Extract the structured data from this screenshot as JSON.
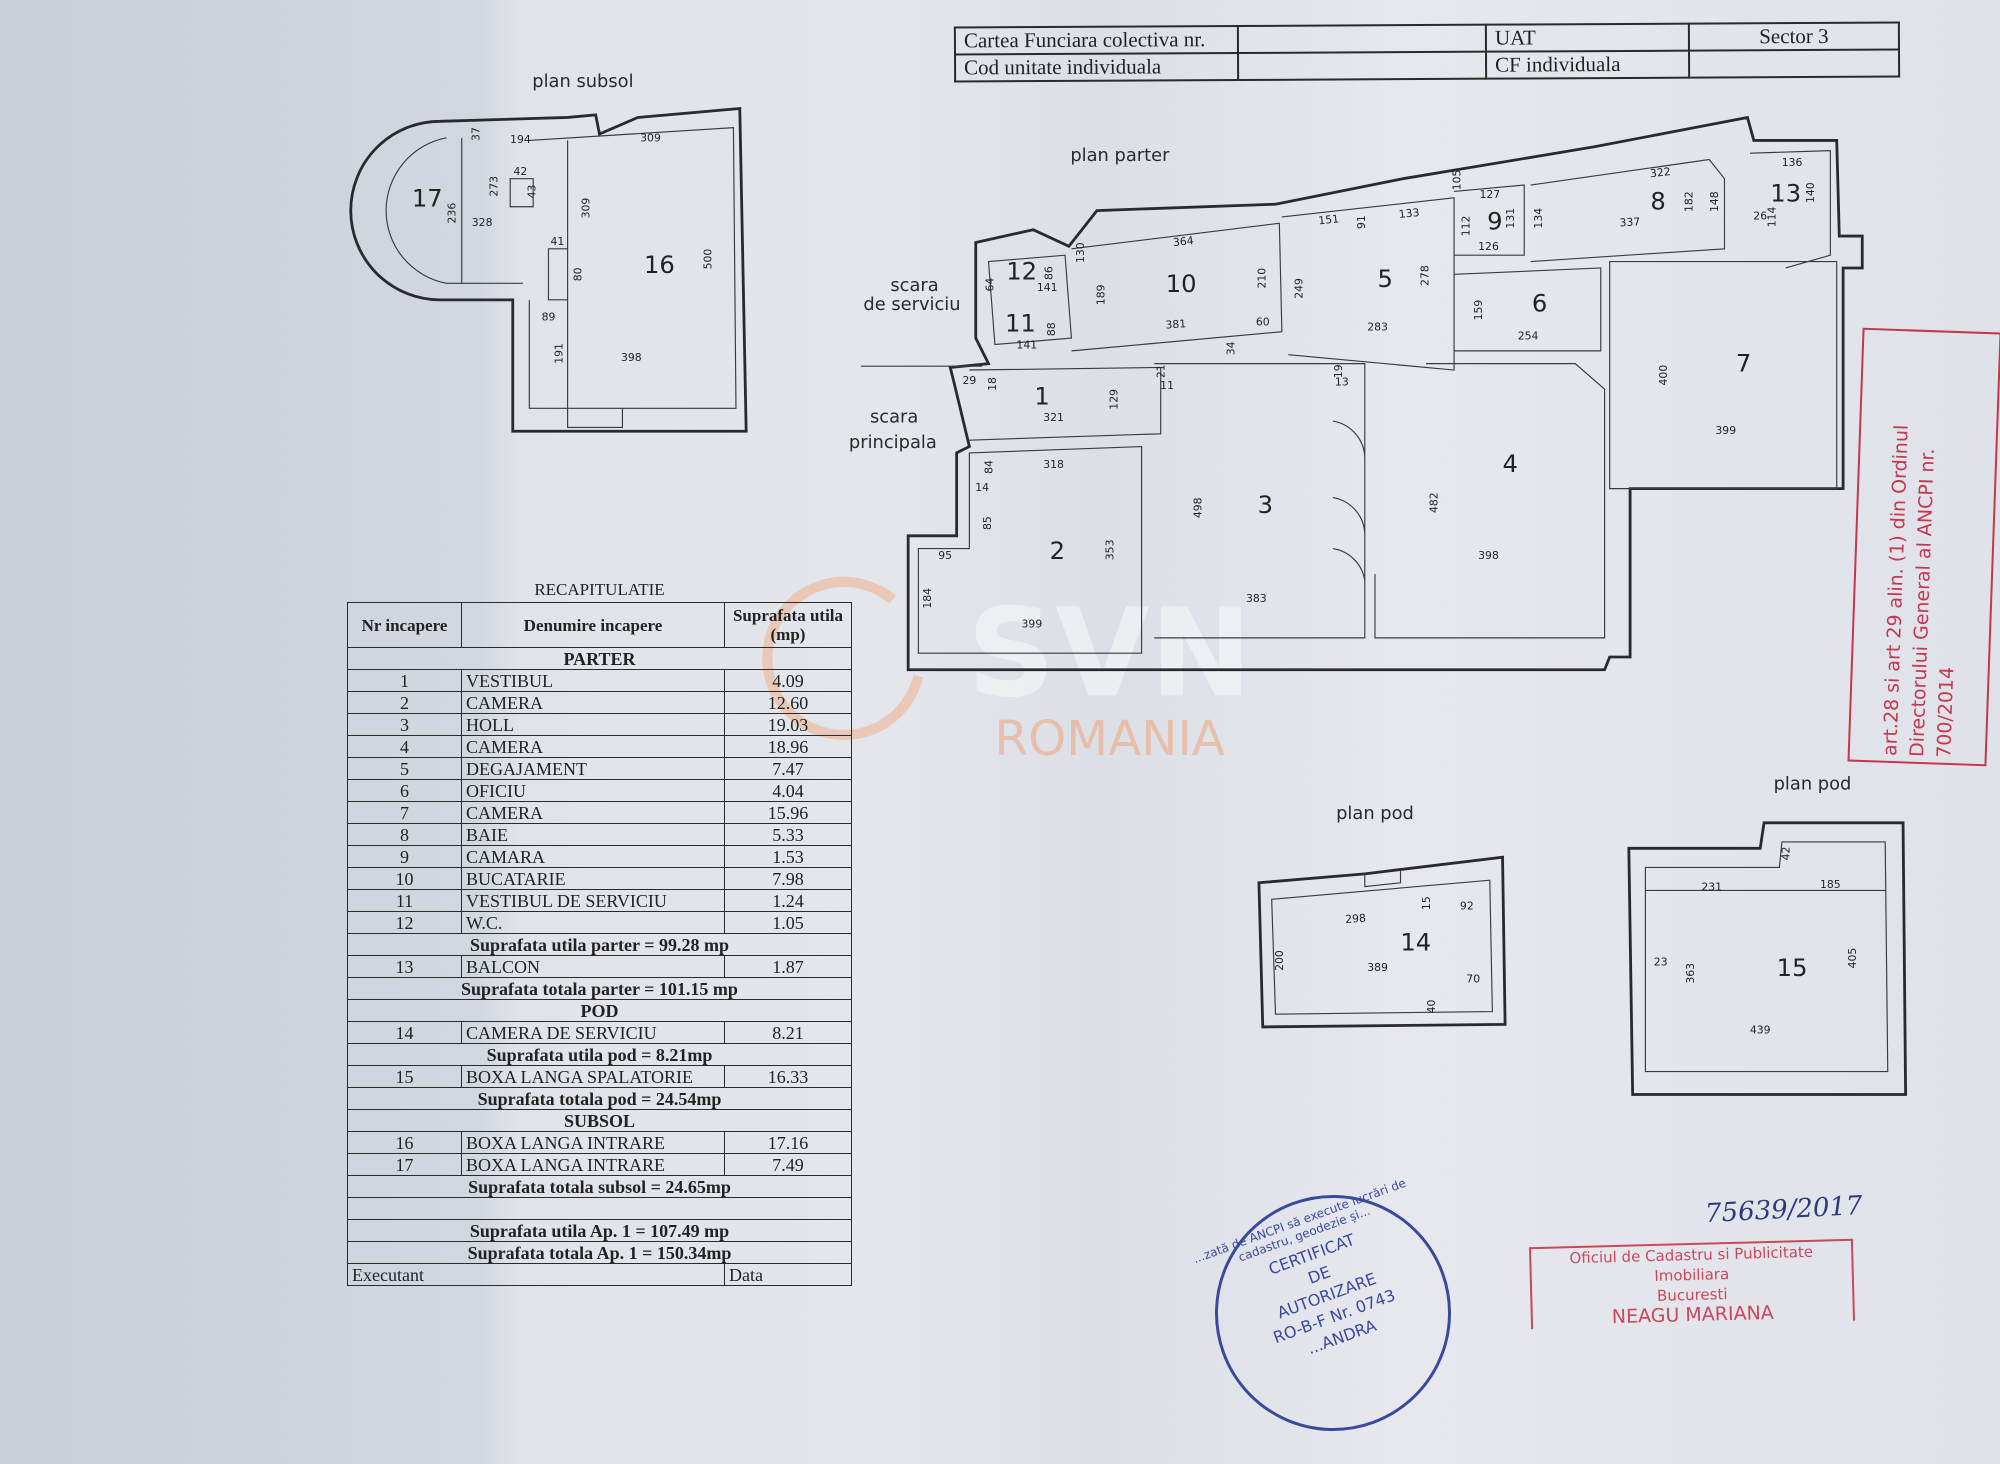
{
  "header_table": {
    "row1": {
      "label": "Cartea Funciara colectiva nr.",
      "value": "",
      "uat_label": "UAT",
      "uat_value": "Sector  3"
    },
    "row2": {
      "label": "Cod unitate individuala",
      "value": "",
      "cf_label": "CF individuala",
      "cf_value": ""
    }
  },
  "plan_subsol": {
    "title": "plan subsol",
    "rooms": [
      "17",
      "16"
    ],
    "dimensions": [
      "37",
      "194",
      "309",
      "273",
      "42",
      "43",
      "236",
      "328",
      "309",
      "41",
      "80",
      "500",
      "89",
      "191",
      "398"
    ]
  },
  "plan_parter": {
    "title": "plan parter",
    "labels": {
      "service_stairs": [
        "scara",
        "de serviciu"
      ],
      "main_stairs": [
        "scara",
        "principala"
      ]
    },
    "rooms": [
      "1",
      "2",
      "3",
      "4",
      "5",
      "6",
      "7",
      "8",
      "9",
      "10",
      "11",
      "12",
      "13"
    ],
    "dimensions": [
      "364",
      "210",
      "189",
      "130",
      "381",
      "60",
      "34",
      "151",
      "91",
      "133",
      "105",
      "127",
      "131",
      "112",
      "126",
      "278",
      "249",
      "283",
      "322",
      "182",
      "148",
      "134",
      "337",
      "136",
      "140",
      "114",
      "26",
      "159",
      "254",
      "400",
      "399",
      "482",
      "398",
      "498",
      "383",
      "353",
      "399",
      "184",
      "95",
      "85",
      "14",
      "84",
      "318",
      "321",
      "129",
      "21",
      "11",
      "19",
      "13",
      "29",
      "18",
      "141",
      "88",
      "64",
      "141",
      "86"
    ]
  },
  "plan_pod_1": {
    "title": "plan pod",
    "rooms": [
      "14"
    ],
    "dimensions": [
      "298",
      "15",
      "92",
      "200",
      "389",
      "70",
      "40"
    ]
  },
  "plan_pod_2": {
    "title": "plan pod",
    "rooms": [
      "15"
    ],
    "dimensions": [
      "231",
      "185",
      "42",
      "23",
      "363",
      "405",
      "439"
    ]
  },
  "watermark": {
    "brand": "SVN",
    "country": "ROMANIA",
    "accent_color": "#f0a478"
  },
  "recapitulatie": {
    "title": "RECAPITULATIE",
    "columns": [
      "Nr incapere",
      "Denumire incapere",
      "Suprafata utila  (mp)"
    ],
    "parter": {
      "heading": "PARTER",
      "rows": [
        {
          "nr": "1",
          "name": "VESTIBUL",
          "area": "4.09"
        },
        {
          "nr": "2",
          "name": "CAMERA",
          "area": "12.60"
        },
        {
          "nr": "3",
          "name": "HOLL",
          "area": "19.03"
        },
        {
          "nr": "4",
          "name": "CAMERA",
          "area": "18.96"
        },
        {
          "nr": "5",
          "name": "DEGAJAMENT",
          "area": "7.47"
        },
        {
          "nr": "6",
          "name": "OFICIU",
          "area": "4.04"
        },
        {
          "nr": "7",
          "name": "CAMERA",
          "area": "15.96"
        },
        {
          "nr": "8",
          "name": "BAIE",
          "area": "5.33"
        },
        {
          "nr": "9",
          "name": "CAMARA",
          "area": "1.53"
        },
        {
          "nr": "10",
          "name": "BUCATARIE",
          "area": "7.98"
        },
        {
          "nr": "11",
          "name": "VESTIBUL DE SERVICIU",
          "area": "1.24"
        },
        {
          "nr": "12",
          "name": "W.C.",
          "area": "1.05"
        }
      ],
      "useful_total": "Suprafata utila parter = 99.28 mp",
      "balcony": {
        "nr": "13",
        "name": "BALCON",
        "area": "1.87"
      },
      "total": "Suprafata totala parter = 101.15 mp"
    },
    "pod": {
      "heading": "POD",
      "row14": {
        "nr": "14",
        "name": "CAMERA DE SERVICIU",
        "area": "8.21"
      },
      "useful_total": "Suprafata utila pod = 8.21mp",
      "row15": {
        "nr": "15",
        "name": "BOXA LANGA SPALATORIE",
        "area": "16.33"
      },
      "total": "Suprafata totala pod = 24.54mp"
    },
    "subsol": {
      "heading": "SUBSOL",
      "rows": [
        {
          "nr": "16",
          "name": "BOXA LANGA INTRARE",
          "area": "17.16"
        },
        {
          "nr": "17",
          "name": "BOXA LANGA INTRARE",
          "area": "7.49"
        }
      ],
      "total": "Suprafata totala subsol = 24.65mp"
    },
    "apartment_useful": "Suprafata utila Ap. 1 = 107.49 mp",
    "apartment_total": "Suprafata totala Ap. 1 = 150.34mp",
    "footer": {
      "executant": "Executant",
      "data": "Data"
    }
  },
  "stamps": {
    "ordin": [
      "art.28 si art 29 alin. (1) din Ordinul",
      "Directorului General al ANCPI nr.",
      "700/2014"
    ],
    "office": [
      "Oficiul de Cadastru si Publicitate Imobiliara",
      "Bucuresti",
      "NEAGU MARIANA"
    ],
    "registration_number": "75639/2017",
    "certificate": {
      "arc": "...zată de ANCPI să execute lucrări de cadastru, geodezie și...",
      "lines": [
        "CERTIFICAT",
        "DE",
        "AUTORIZARE",
        "RO-B-F Nr. 0743",
        "...ANDRA"
      ]
    },
    "ink_colors": {
      "red": "#c5364f",
      "blue": "#3a4a9a"
    }
  }
}
